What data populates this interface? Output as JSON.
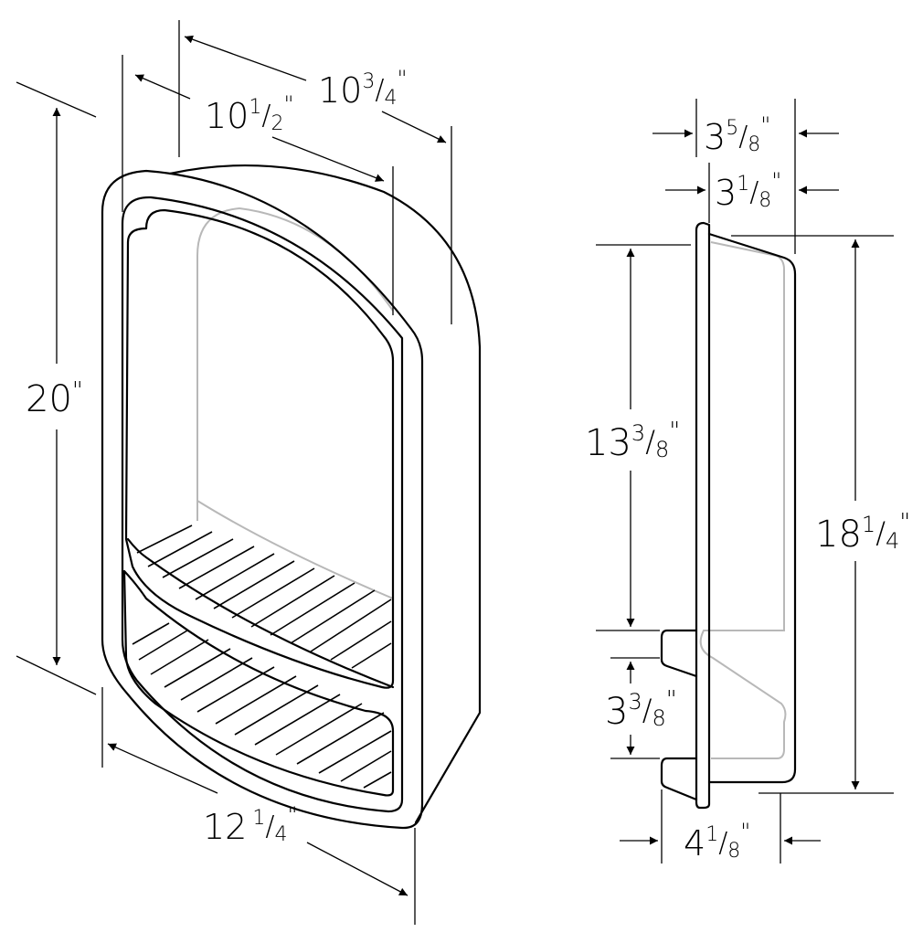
{
  "front_view": {
    "height": {
      "whole": "20",
      "fraction": "",
      "mark": "\""
    },
    "bottom_width": {
      "whole": "12",
      "num": "1",
      "den": "4",
      "mark": "\""
    },
    "inner_width": {
      "whole": "10",
      "num": "1",
      "den": "2",
      "mark": "\""
    },
    "outer_width": {
      "whole": "10",
      "num": "3",
      "den": "4",
      "mark": "\""
    }
  },
  "side_view": {
    "flange_depth": {
      "whole": "3",
      "num": "5",
      "den": "8",
      "mark": "\""
    },
    "body_depth": {
      "whole": "3",
      "num": "1",
      "den": "8",
      "mark": "\""
    },
    "upper_height": {
      "whole": "13",
      "num": "3",
      "den": "8",
      "mark": "\""
    },
    "shelf_gap": {
      "whole": "3",
      "num": "3",
      "den": "8",
      "mark": "\""
    },
    "total_height": {
      "whole": "18",
      "num": "1",
      "den": "4",
      "mark": "\""
    },
    "bottom_depth": {
      "whole": "4",
      "num": "1",
      "den": "8",
      "mark": "\""
    }
  }
}
